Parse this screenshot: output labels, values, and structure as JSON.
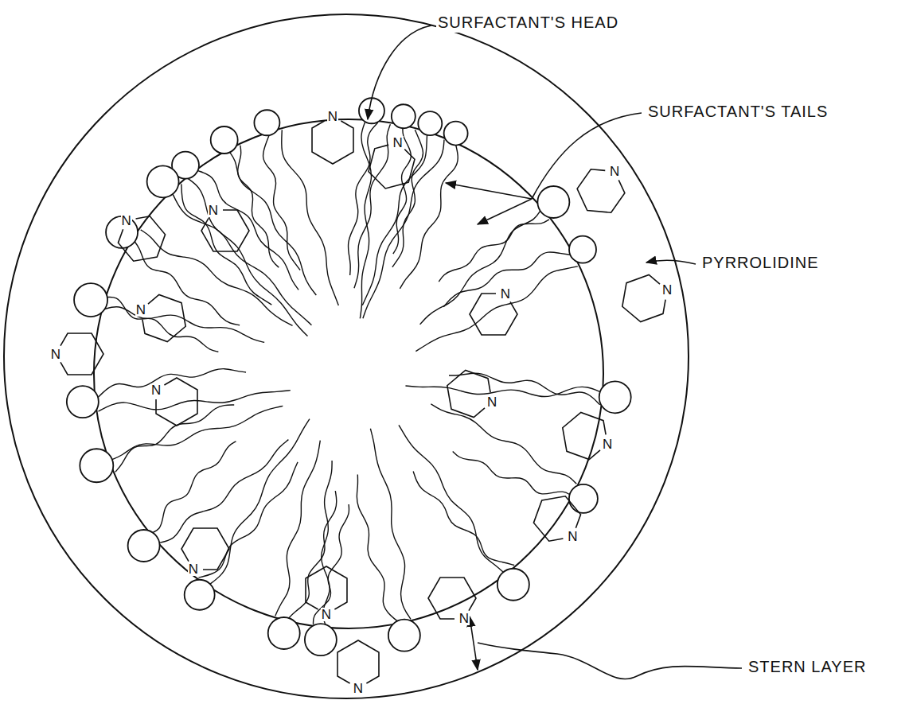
{
  "diagram": {
    "nodes": [
      {
        "text": [
          "N"
        ]
      },
      {
        "text": [
          "N"
        ]
      },
      {
        "text": [
          "N"
        ]
      },
      {
        "text": [
          "N"
        ]
      },
      {
        "text": [
          "N"
        ]
      },
      {
        "text": [
          "N"
        ]
      },
      {
        "text": [
          "N"
        ]
      },
      {
        "text": [
          "N"
        ]
      },
      {
        "text": [
          "N"
        ]
      },
      {
        "text": [
          "N"
        ]
      },
      {
        "text": [
          "N"
        ]
      },
      {
        "text": [
          "N"
        ]
      },
      {
        "text": [
          "N"
        ]
      },
      {
        "text": [
          "N"
        ]
      },
      {
        "text": [
          "N"
        ]
      },
      {
        "text": [
          "N"
        ]
      },
      {
        "text": [
          "N"
        ]
      }
    ],
    "labels": [
      "SURFACTANT'S HEAD",
      "SURFACTANT'S TAILS",
      "PYRROLIDINE",
      "STERN LAYER"
    ]
  }
}
